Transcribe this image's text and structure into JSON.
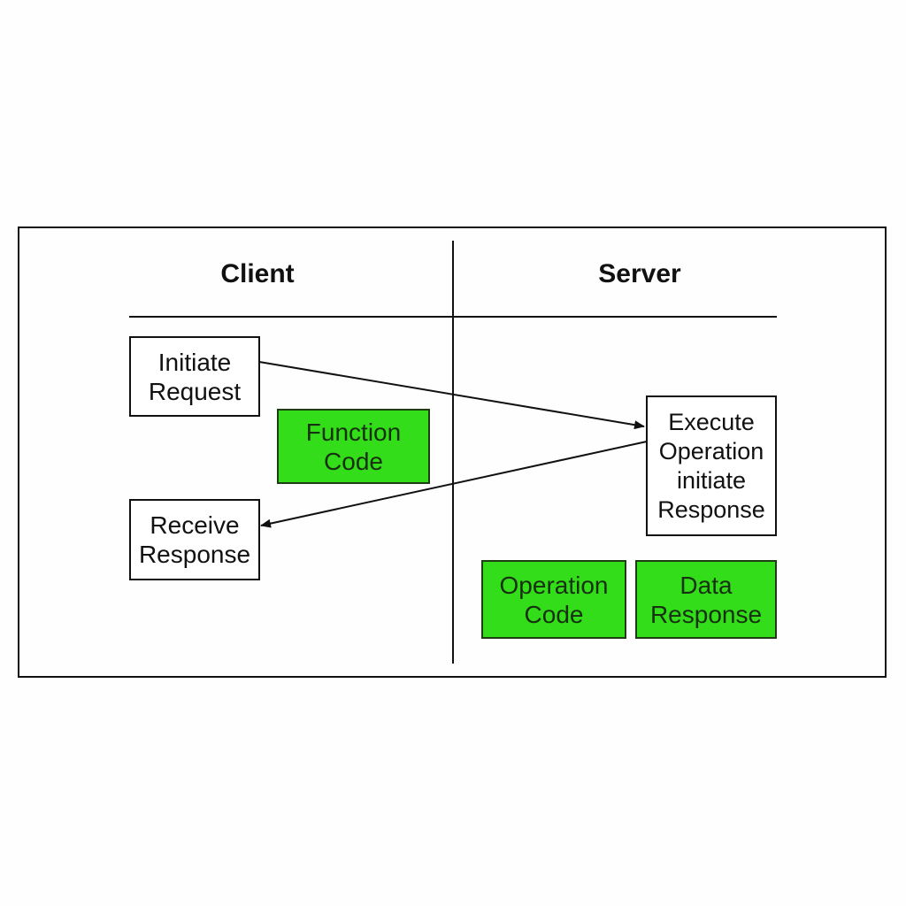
{
  "diagram": {
    "lanes": {
      "client": {
        "title": "Client"
      },
      "server": {
        "title": "Server"
      }
    },
    "nodes": {
      "initiate_request": {
        "lines": [
          "Initiate",
          "Request"
        ]
      },
      "function_code": {
        "lines": [
          "Function",
          "Code"
        ]
      },
      "receive_response": {
        "lines": [
          "Receive",
          "Response"
        ]
      },
      "execute_operation": {
        "lines": [
          "Execute",
          "Operation",
          "initiate",
          "Response"
        ]
      },
      "operation_code": {
        "lines": [
          "Operation",
          "Code"
        ]
      },
      "data_response": {
        "lines": [
          "Data",
          "Response"
        ]
      }
    },
    "edges": [
      {
        "from": "Initiate Request",
        "to": "Execute Operation initiate Response"
      },
      {
        "from": "Execute Operation initiate Response",
        "to": "Receive Response"
      }
    ],
    "colors": {
      "highlight_fill": "#33dd1a",
      "line": "#111111",
      "background": "#fefefe"
    }
  }
}
